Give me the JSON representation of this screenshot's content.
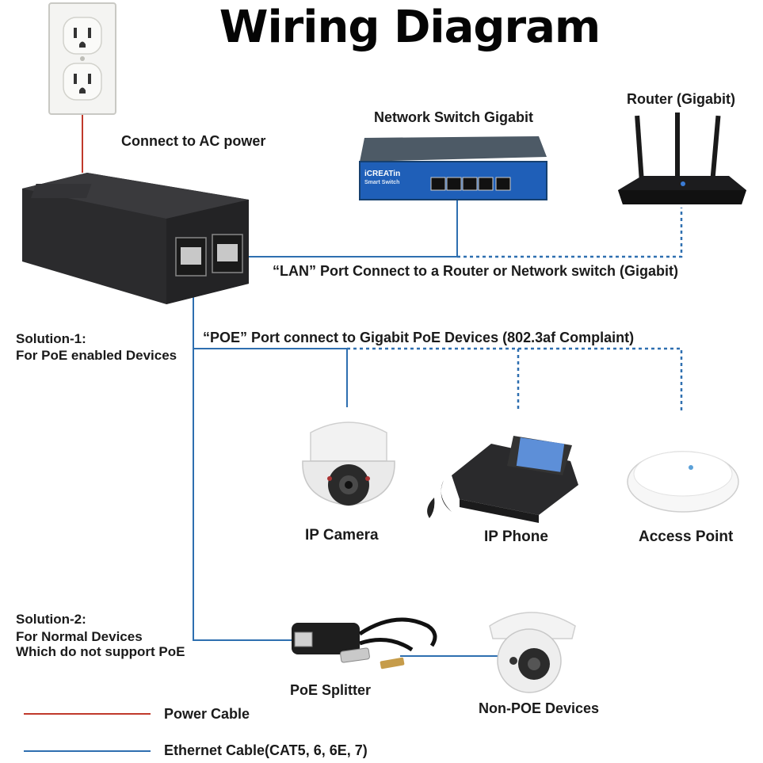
{
  "title": "Wiring Diagram",
  "labels": {
    "ac_power": "Connect to AC power",
    "switch": "Network Switch Gigabit",
    "router": "Router (Gigabit)",
    "lan_port": "“LAN” Port Connect to a Router or Network switch (Gigabit)",
    "poe_port": "“POE” Port connect to Gigabit PoE Devices (802.3af Complaint)",
    "solution1_title": "Solution-1:",
    "solution1_desc": "For PoE enabled Devices",
    "solution2_title": "Solution-2:",
    "solution2_line1": "For Normal Devices",
    "solution2_line2": "Which do not support PoE",
    "ip_camera": "IP Camera",
    "ip_phone": "IP Phone",
    "access_point": "Access Point",
    "poe_splitter": "PoE Splitter",
    "non_poe": "Non-POE Devices",
    "switch_brand": "iCREATin",
    "switch_model": "Smart Switch"
  },
  "legend": [
    {
      "label": "Power Cable",
      "color": "#c0392b"
    },
    {
      "label": "Ethernet Cable(CAT5, 6, 6E, 7)",
      "color": "#2e6fb0"
    }
  ],
  "colors": {
    "power": "#c0392b",
    "ethernet": "#2e6fb0",
    "injector": "#2b2b2d",
    "switch_blue": "#1f5fb8"
  }
}
